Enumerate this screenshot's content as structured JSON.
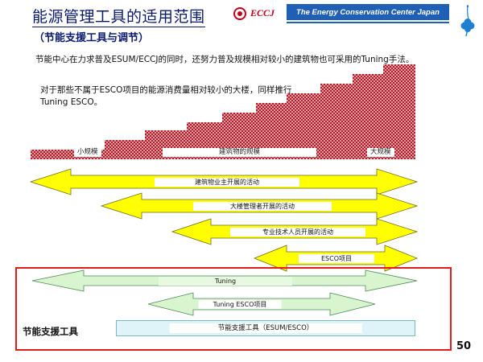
{
  "header": {
    "title": "能源管理工具的适用范围",
    "subtitle": "（节能支援工具与调节）",
    "logo_text": "ECCJ",
    "org_name": "The Energy Conservation Center Japan"
  },
  "paragraphs": [
    "节能中心在力求普及ESUM/ECCJ的同时，还努力普及规模相对较小的建筑物也可采用的Tuning手法。",
    "对于那些不属于ESCO项目的能源消费量相对较小的大楼，同样推行Tuning ESCO。"
  ],
  "building_scale": {
    "small_label": "小规模",
    "middle_label": "建筑物的规模",
    "large_label": "大规模",
    "color": "#b0202a"
  },
  "arrows": [
    {
      "label": "建筑物业主开展的活动",
      "color": "#ffff00"
    },
    {
      "label": "大楼管理者开展的活动",
      "color": "#ffff00"
    },
    {
      "label": "专业技术人员开展的活动",
      "color": "#ffff00"
    },
    {
      "label": "ESCO项目",
      "color": "#ffff00"
    },
    {
      "label": "Tuning",
      "color": "#d8f5d0"
    },
    {
      "label": "Tuning ESCO项目",
      "color": "#d8f5d0"
    }
  ],
  "tools": {
    "label": "节能支援工具",
    "bar_label": "节能支援工具（ESUM/ESCO）"
  },
  "page_number": "50"
}
